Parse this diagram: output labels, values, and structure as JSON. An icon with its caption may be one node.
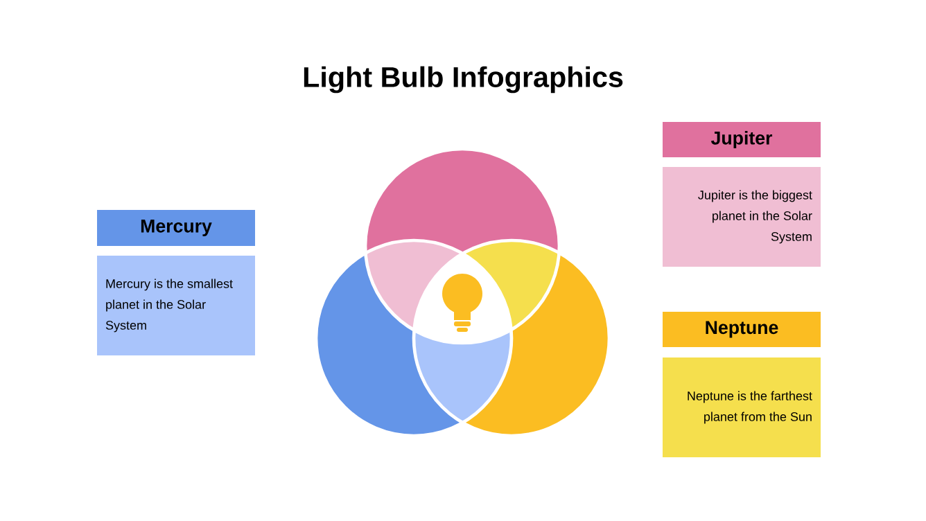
{
  "diagram": {
    "title": "Light Bulb Infographics",
    "nodes": [
      {
        "text": [
          "Jupiter"
        ]
      },
      {
        "text": [
          "Jupiter is the biggest planet in the Solar System"
        ]
      },
      {
        "text": [
          "Mercury"
        ]
      },
      {
        "text": [
          "Mercury is the smallest planet in the Solar System"
        ]
      },
      {
        "text": [
          "Neptune"
        ]
      },
      {
        "text": [
          "Neptune is the farthest planet from the Sun"
        ]
      }
    ]
  }
}
